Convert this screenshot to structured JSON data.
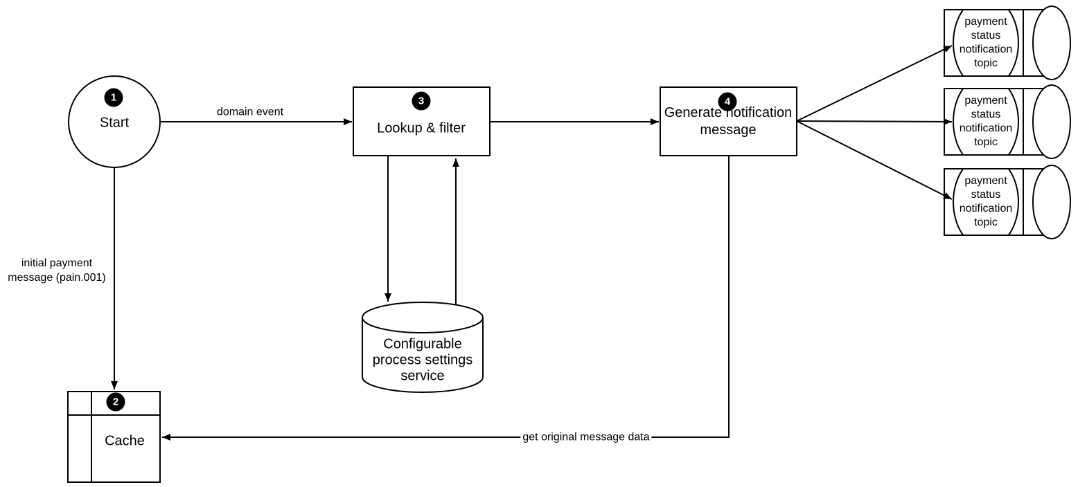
{
  "diagram": {
    "colors": {
      "stroke": "#000000",
      "node_fill": "#ffffff",
      "text": "#000000",
      "badge_bg": "#000000",
      "badge_fg": "#ffffff",
      "background": "#ffffff"
    },
    "nodes": {
      "start": {
        "badge": "1",
        "label": "Start"
      },
      "cache": {
        "badge": "2",
        "label": "Cache"
      },
      "lookup_filter": {
        "badge": "3",
        "label": "Lookup & filter"
      },
      "generate_notification_message": {
        "badge": "4",
        "lines": [
          "Generate notification",
          "message"
        ]
      },
      "settings_service": {
        "lines": [
          "Configurable",
          "process settings",
          "service"
        ]
      },
      "topics": [
        {
          "lines": [
            "payment",
            "status",
            "notification",
            "topic"
          ]
        },
        {
          "lines": [
            "payment",
            "status",
            "notification",
            "topic"
          ]
        },
        {
          "lines": [
            "payment",
            "status",
            "notification",
            "topic"
          ]
        }
      ]
    },
    "edge_labels": {
      "domain_event": "domain event",
      "initial_payment": {
        "lines": [
          "initial payment",
          "message (pain.001)"
        ]
      },
      "get_original_message_data": "get original message data"
    }
  }
}
